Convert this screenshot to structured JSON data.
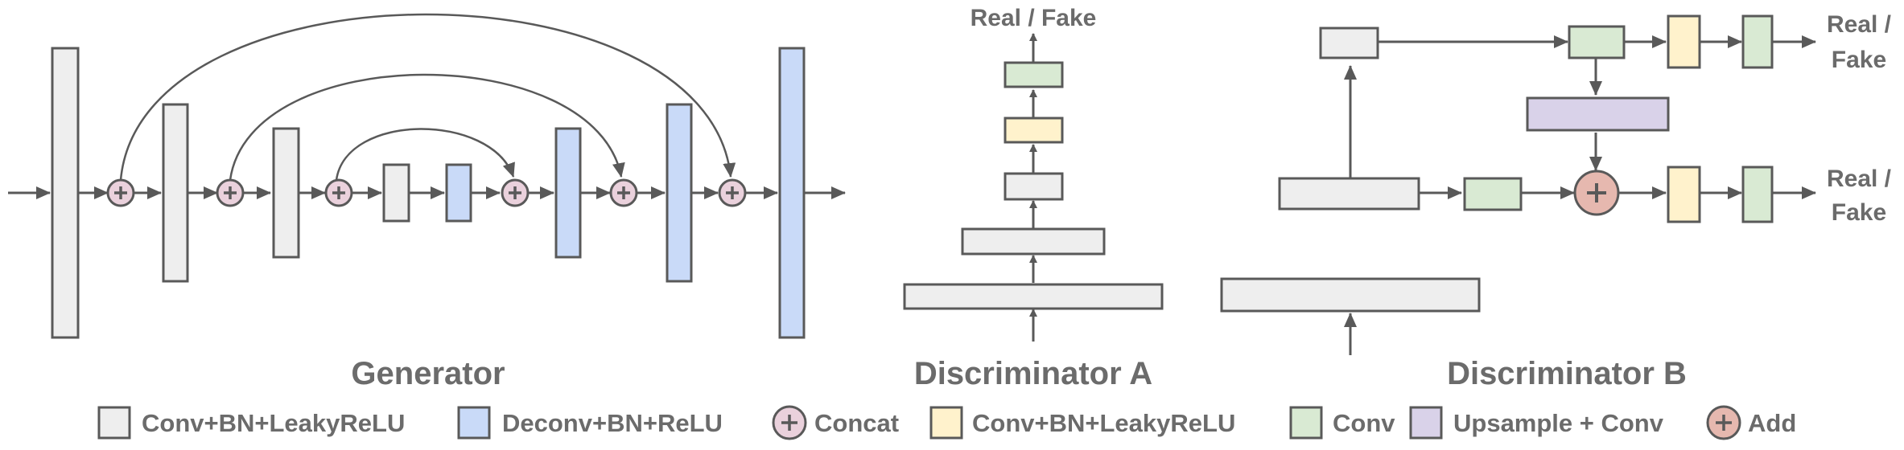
{
  "sections": {
    "generator": "Generator",
    "discriminator_a": "Discriminator A",
    "discriminator_b": "Discriminator B"
  },
  "outputs": {
    "disc_a": "Real / Fake",
    "disc_b_top_line1": "Real /",
    "disc_b_top_line2": "Fake",
    "disc_b_bottom_line1": "Real /",
    "disc_b_bottom_line2": "Fake"
  },
  "legend": {
    "conv_bn_leakyrelu": "Conv+BN+LeakyReLU",
    "deconv_bn_relu": "Deconv+BN+ReLU",
    "concat": "Concat",
    "conv_bn_leakyrelu_2": "Conv+BN+LeakyReLU",
    "conv": "Conv",
    "upsample_conv": "Upsample + Conv",
    "add": "Add"
  },
  "colors": {
    "conv_bn_leakyrelu": "#eeeeee",
    "deconv_bn_relu": "#c9daf8",
    "concat": "#ead1dc",
    "conv_bn_leakyrelu_2": "#fff2cc",
    "conv": "#d9ead3",
    "upsample_conv": "#d9d2e9",
    "add": "#e6b8af",
    "stroke": "#595959",
    "text": "#6b6b6b"
  }
}
